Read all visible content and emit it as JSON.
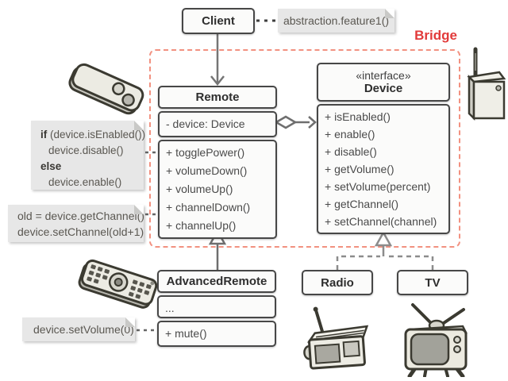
{
  "diagram": {
    "bridge_label": "Bridge"
  },
  "client": {
    "label": "Client"
  },
  "notes": {
    "abstraction": "abstraction.feature1()",
    "toggle_power": {
      "kw_if": "if",
      "condition": "(device.isEnabled())",
      "then_line": "device.disable()",
      "kw_else": "else",
      "else_line": "device.enable()"
    },
    "channel_up": [
      "old = device.getChannel()",
      "device.setChannel(old+1)"
    ],
    "mute": "device.setVolume(0)"
  },
  "classes": {
    "remote": {
      "name": "Remote",
      "attributes": [
        "- device: Device"
      ],
      "methods": [
        "+ togglePower()",
        "+ volumeDown()",
        "+ volumeUp()",
        "+ channelDown()",
        "+ channelUp()"
      ]
    },
    "device": {
      "stereotype": "«interface»",
      "name": "Device",
      "methods": [
        "+ isEnabled()",
        "+ enable()",
        "+ disable()",
        "+ getVolume()",
        "+ setVolume(percent)",
        "+ getChannel()",
        "+ setChannel(channel)"
      ]
    },
    "advanced_remote": {
      "name": "AdvancedRemote",
      "attributes": [
        "..."
      ],
      "methods": [
        "+ mute()"
      ]
    },
    "radio": {
      "name": "Radio"
    },
    "tv": {
      "name": "TV"
    }
  },
  "colors": {
    "bridge_border": "#f29180",
    "bridge_label": "#e23a3a",
    "box_border": "#474747",
    "box_fill": "#fbfbfa",
    "note_bg": "#e7e7e7",
    "connector_gray": "#6e6e6e",
    "realization_gray": "#8c8c8c",
    "client_link_dark": "#3f3f3f"
  },
  "illustrations": {
    "simple_remote": "simple-remote-illustration",
    "multi_button_remote": "multi-button-remote-illustration",
    "transmitter": "transmitter-box-illustration",
    "radio": "radio-illustration",
    "tv": "tv-illustration"
  }
}
